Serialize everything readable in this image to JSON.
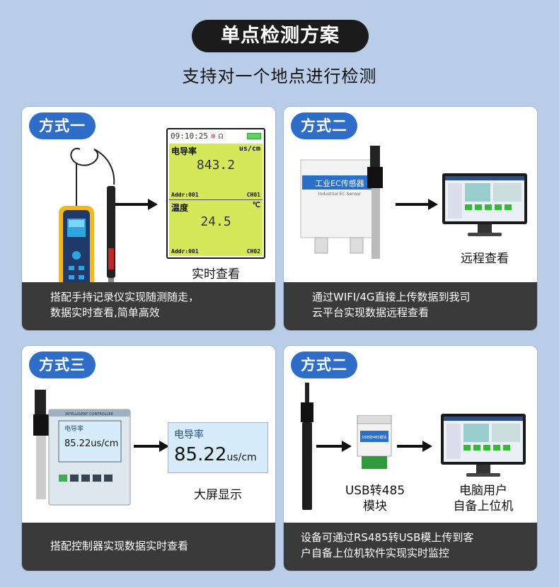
{
  "header": {
    "title": "单点检测方案",
    "subtitle": "支持对一个地点进行检测"
  },
  "card1": {
    "tag": "方式一",
    "caption": "实时查看",
    "footer": [
      "搭配手持记录仪实现随测随走，",
      "数据实时查看,简单高效"
    ],
    "screen": {
      "time": "09:10:25",
      "row1": {
        "label": "电导率",
        "unit": "us/cm",
        "value": "843.2",
        "addr": "Addr:001",
        "ch": "CH01"
      },
      "row2": {
        "label": "温度",
        "unit": "℃",
        "value": "24.5",
        "addr": "Addr:001",
        "ch": "CH02"
      }
    }
  },
  "card2": {
    "tag": "方式二",
    "caption": "远程查看",
    "device_label": "工业EC传感器",
    "device_sub": "Industrial EC Sensor",
    "footer": [
      "通过WIFI/4G直接上传数据到我司",
      "云平台实现数据远程查看"
    ]
  },
  "card3": {
    "tag": "方式三",
    "caption": "大屏显示",
    "controller_label": "INTELLIGENT CONTROLLER",
    "readout": {
      "label": "电导率",
      "value": "85.22",
      "unit": "us/cm"
    },
    "mini_readout": {
      "label": "电导率",
      "value": "85.22",
      "unit": "us/cm"
    },
    "footer": [
      "搭配控制器实现数据实时查看"
    ]
  },
  "card4": {
    "tag": "方式二",
    "caption1": [
      "USB转485",
      "模块"
    ],
    "caption2": [
      "电脑用户",
      "自备上位机"
    ],
    "module_label": "USB转485模块",
    "footer": [
      "设备可通过RS485转USB模上传到客",
      "户自备上位机软件实现实时监控"
    ]
  },
  "colors": {
    "tag": "#2e6ec8",
    "footer": "#3a3a3a",
    "lcd": "#d4e85a",
    "background": "#b9cde8"
  }
}
